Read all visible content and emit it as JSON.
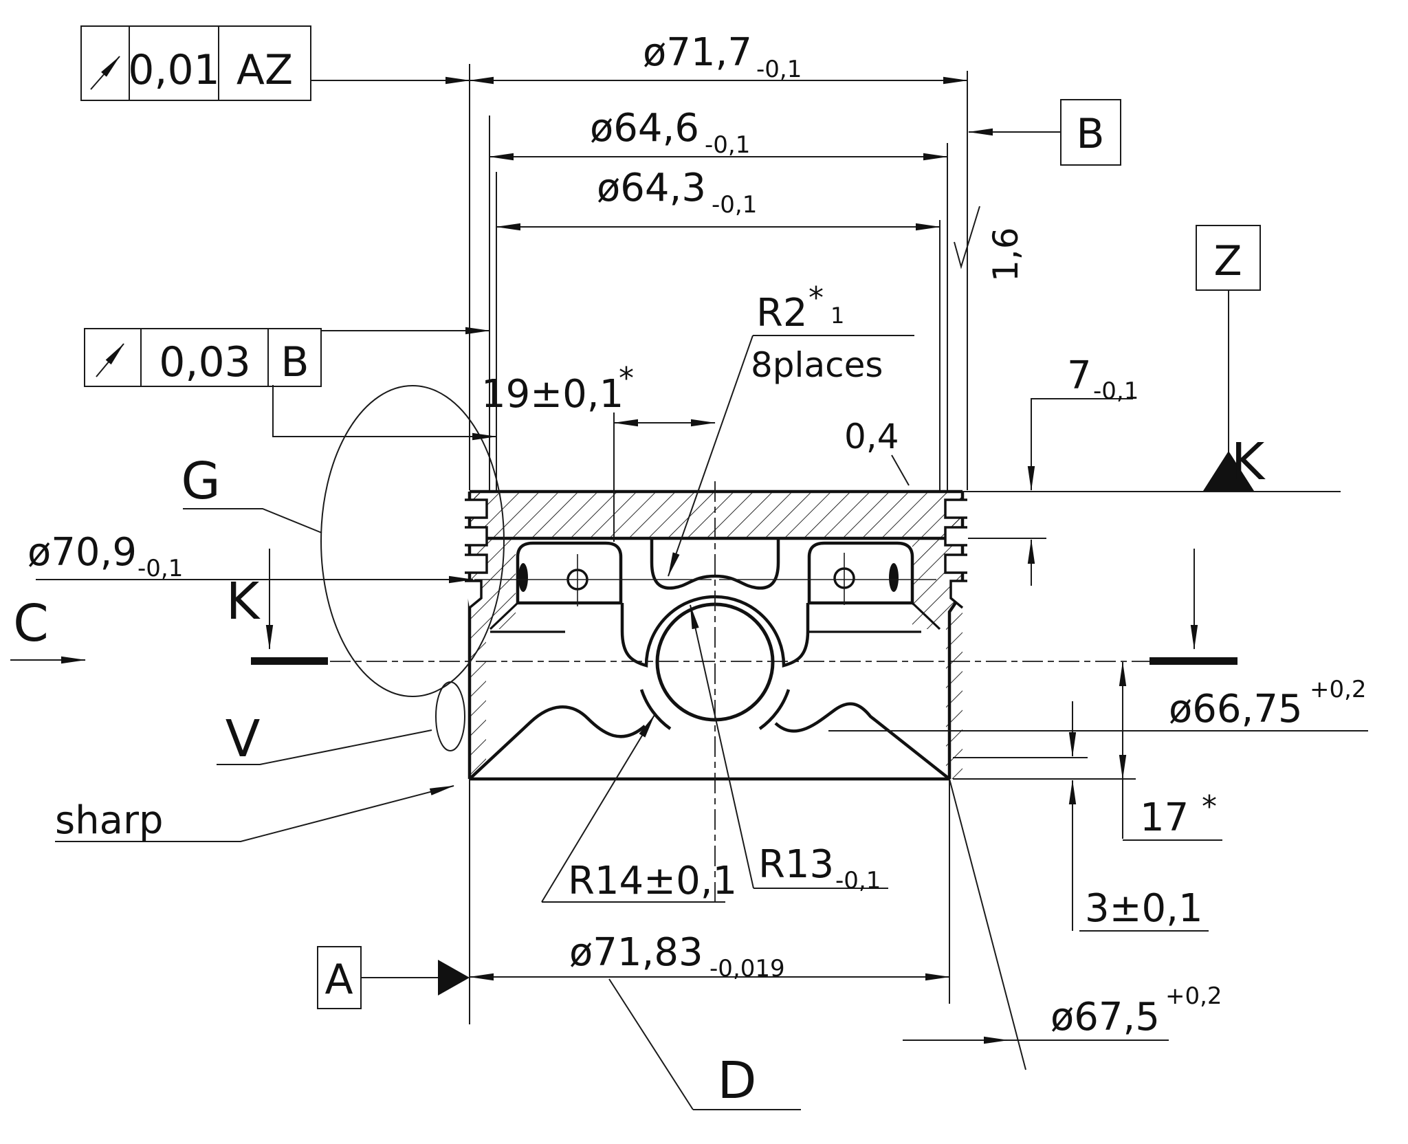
{
  "drawing": {
    "title_hint": "piston cross-section engineering drawing",
    "colors": {
      "ink": "#111111",
      "background": "#ffffff"
    },
    "tolerance_frames": [
      {
        "id": "frame_top",
        "symbol_icon": "circular-runout-icon",
        "value": "0,01",
        "datum": "AZ"
      },
      {
        "id": "frame_mid",
        "symbol_icon": "circular-runout-icon",
        "value": "0,03",
        "datum": "B"
      }
    ],
    "datum_labels": {
      "a": "A",
      "b": "B",
      "z": "Z"
    },
    "view_labels": {
      "c": "C",
      "g": "G",
      "k_left": "K",
      "k_right": "K",
      "v": "V",
      "d": "D"
    },
    "dimensions": {
      "d71_7": {
        "value": "ø71,7",
        "tol": "-0,1"
      },
      "d64_6": {
        "value": "ø64,6",
        "tol": "-0,1"
      },
      "d64_3": {
        "value": "ø64,3",
        "tol": "-0,1"
      },
      "d19": {
        "value": "19±0,1",
        "star": "*"
      },
      "r2": {
        "value": "R2",
        "star": "*",
        "index": "1",
        "note": "8places"
      },
      "d7": {
        "value": "7",
        "tol": "-0,1"
      },
      "r04": {
        "value": "0,4"
      },
      "r16": {
        "value": "1,6"
      },
      "d70_9": {
        "value": "ø70,9",
        "tol": "-0,1"
      },
      "d66_75": {
        "value": "ø66,75",
        "tol": "+0,2"
      },
      "d17": {
        "value": "17",
        "star": "*"
      },
      "d3": {
        "value": "3±0,1"
      },
      "d71_83": {
        "value": "ø71,83",
        "tol": "-0,019"
      },
      "d67_5": {
        "value": "ø67,5",
        "tol": "+0,2"
      },
      "r14": {
        "value": "R14±0,1"
      },
      "r13": {
        "value": "R13",
        "tol": "-0,1"
      }
    },
    "notes": {
      "sharp": "sharp"
    },
    "symbols": [
      "circular-runout-icon",
      "datum-triangle-icon",
      "surface-finish-check-icon",
      "section-cut-bar-icon"
    ]
  }
}
